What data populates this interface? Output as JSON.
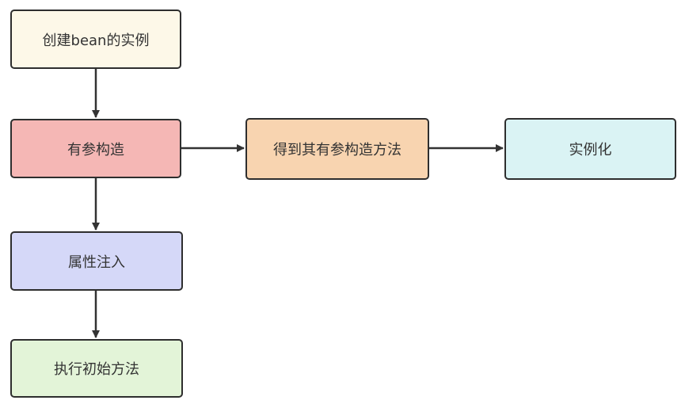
{
  "diagram": {
    "nodes": [
      {
        "id": "create",
        "label": "创建bean的实例",
        "fill": "#fdf8e8"
      },
      {
        "id": "argctor",
        "label": "有参构造",
        "fill": "#f5b7b5"
      },
      {
        "id": "getctor",
        "label": "得到其有参构造方法",
        "fill": "#f8d4b0"
      },
      {
        "id": "instant",
        "label": "实例化",
        "fill": "#daf3f4"
      },
      {
        "id": "inject",
        "label": "属性注入",
        "fill": "#d5d8f8"
      },
      {
        "id": "init",
        "label": "执行初始方法",
        "fill": "#e3f4d8"
      }
    ],
    "edges": [
      {
        "from": "create",
        "to": "argctor"
      },
      {
        "from": "argctor",
        "to": "getctor"
      },
      {
        "from": "getctor",
        "to": "instant"
      },
      {
        "from": "argctor",
        "to": "inject"
      },
      {
        "from": "inject",
        "to": "init"
      }
    ],
    "edge_color": "#333333",
    "border_color": "#2e2e2e"
  }
}
